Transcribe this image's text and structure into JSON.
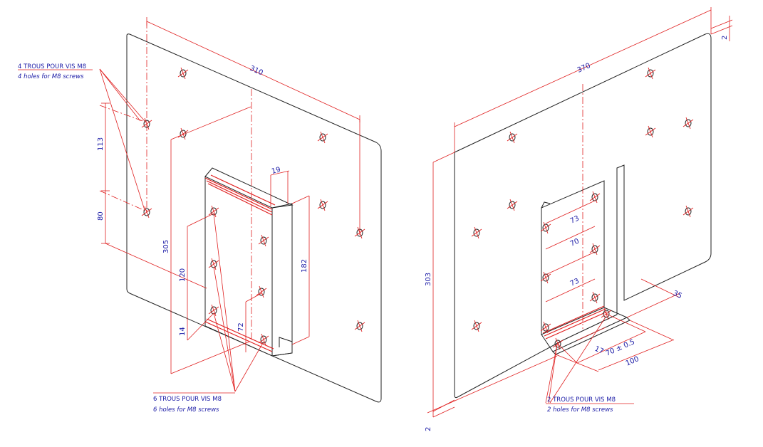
{
  "colors": {
    "outline": "#222222",
    "dimension": "#e02020",
    "text": "#1a1aa6"
  },
  "left_view": {
    "note_top": {
      "fr": "4 TROUS POUR VIS M8",
      "en": "4 holes for M8 screws"
    },
    "note_bottom": {
      "fr": "6 TROUS POUR VIS M8",
      "en": "6 holes for M8 screws"
    },
    "dims": {
      "d310": "310",
      "d19": "19",
      "d113": "113",
      "d80": "80",
      "d305": "305",
      "d120": "120",
      "d14": "14",
      "d72": "72",
      "d182": "182"
    }
  },
  "right_view": {
    "note": {
      "fr": "2 TROUS POUR VIS M8",
      "en": "2 holes for M8 screws"
    },
    "dims": {
      "d370": "370",
      "d2_top": "2",
      "d303": "303",
      "d2_bottom": "2",
      "d73a": "73",
      "d70": "70",
      "d73b": "73",
      "d35": "35",
      "d17": "17",
      "d70tol": "70 ± 0.5",
      "d100": "100"
    }
  },
  "icons": [
    "hole-marker-icon"
  ]
}
